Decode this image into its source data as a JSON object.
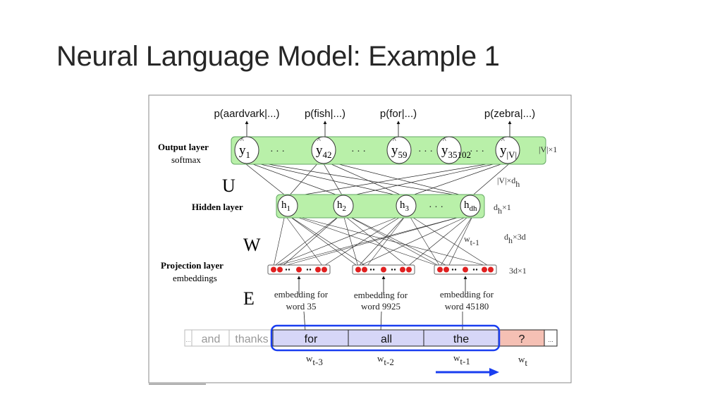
{
  "slide": {
    "title": "Neural Language Model: Example 1"
  },
  "diagram": {
    "outputs": [
      "p(aardvark|...)",
      "p(fish|...)",
      "p(for|...)",
      "p(zebra|...)"
    ],
    "output_layer": {
      "label": "Output layer",
      "sublabel": "softmax",
      "dim": "|V|×1",
      "nodes": [
        {
          "base": "y",
          "sub": "1"
        },
        {
          "base": "y",
          "sub": "42"
        },
        {
          "base": "y",
          "sub": "59"
        },
        {
          "base": "y",
          "sub": "35102"
        },
        {
          "base": "y",
          "sub": "|V|"
        }
      ],
      "ellipsis": "· · ·"
    },
    "U": {
      "label": "U",
      "dim_base": "|V|×d",
      "dim_sub": "h"
    },
    "hidden_layer": {
      "label": "Hidden layer",
      "dim_base": "d",
      "dim_sub": "h",
      "dim_tail": "×1",
      "nodes": [
        {
          "base": "h",
          "sub": "1"
        },
        {
          "base": "h",
          "sub": "2"
        },
        {
          "base": "h",
          "sub": "3"
        },
        {
          "base": "h",
          "sub": "dh"
        }
      ]
    },
    "W": {
      "label": "W",
      "dim_base": "d",
      "dim_sub": "h",
      "dim_tail": "×3d",
      "note_base": "w",
      "note_sub": "t-1"
    },
    "projection_layer": {
      "label": "Projection layer",
      "sublabel": "embeddings",
      "dim": "3d×1"
    },
    "E": {
      "label": "E",
      "embeddings": [
        {
          "line1": "embedding for",
          "line2": "word 35"
        },
        {
          "line1": "embedding for",
          "line2": "word 9925"
        },
        {
          "line1": "embedding for",
          "line2": "word 45180"
        }
      ]
    },
    "sequence": {
      "context_before": [
        "...",
        "and",
        "thanks"
      ],
      "window": [
        "for",
        "all",
        "the"
      ],
      "target": "?",
      "after": "...",
      "positions": [
        {
          "base": "w",
          "sub": "t-3"
        },
        {
          "base": "w",
          "sub": "t-2"
        },
        {
          "base": "w",
          "sub": "t-1"
        },
        {
          "base": "w",
          "sub": "t"
        }
      ]
    },
    "colors": {
      "green": "#b9f0a9",
      "window": "#d6d6f7",
      "target": "#f5c0b4",
      "accent": "#1a3ef0",
      "dot": "#e02020"
    }
  }
}
